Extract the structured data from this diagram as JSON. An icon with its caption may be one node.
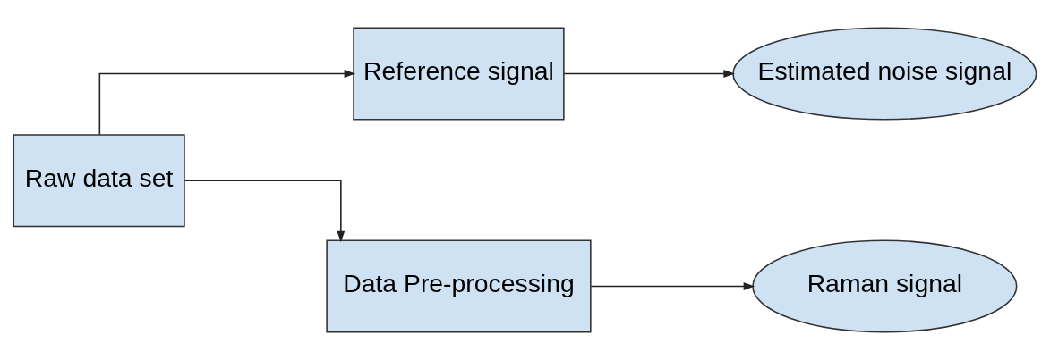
{
  "diagram": {
    "nodes": [
      {
        "text": [
          "Raw data set"
        ]
      },
      {
        "text": [
          "Reference signal"
        ]
      },
      {
        "text": [
          "Estimated noise signal"
        ]
      },
      {
        "text": [
          "Data Pre-processing"
        ]
      },
      {
        "text": [
          "Raman signal"
        ]
      }
    ],
    "edges": [
      {
        "from": 0,
        "to": 1,
        "arrow": "to"
      },
      {
        "from": 1,
        "to": 2,
        "arrow": "to"
      },
      {
        "from": 0,
        "to": 3,
        "arrow": "to"
      },
      {
        "from": 3,
        "to": 4,
        "arrow": "to"
      }
    ]
  }
}
